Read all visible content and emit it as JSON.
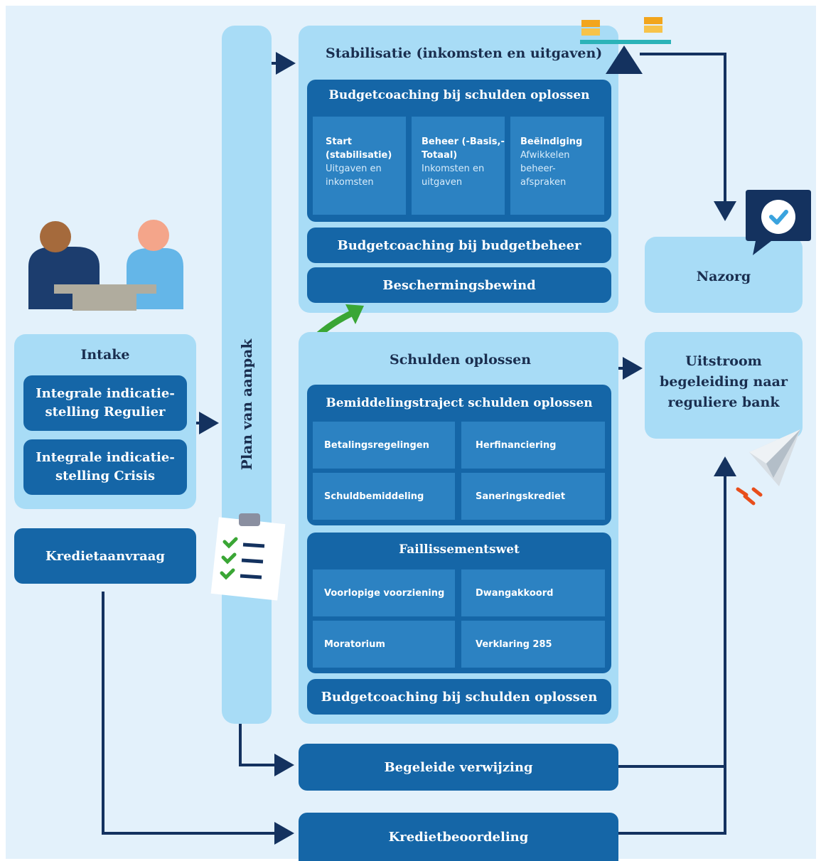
{
  "intake": {
    "title": "Intake",
    "regulier": "Integrale indicatie-stelling Regulier",
    "crisis": "Integrale indicatie-stelling Crisis"
  },
  "kredietaanvraag": "Kredietaanvraag",
  "plan": "Plan van aanpak",
  "stabilisatie": {
    "title": "Stabilisatie (inkomsten en uitgaven)",
    "coaching_title": "Budgetcoaching bij schulden oplossen",
    "cells": [
      {
        "title": "Start (stabilisatie)",
        "text": "Uitgaven en inkomsten"
      },
      {
        "title": "Beheer (-Basis,-Totaal)",
        "text": "Inkomsten en uitgaven"
      },
      {
        "title": "Beëindiging",
        "text": "Afwikkelen beheer-afspraken"
      }
    ],
    "budgetbeheer": "Budgetcoaching bij budgetbeheer",
    "bewind": "Beschermingsbewind"
  },
  "schulden": {
    "title": "Schulden oplossen",
    "bemiddeling_title": "Bemiddelingstraject schulden oplossen",
    "bemiddeling_cells": [
      "Betalingsregelingen",
      "Herfinanciering",
      "Schuldbemiddeling",
      "Saneringskrediet"
    ],
    "faillissement_title": "Faillissementswet",
    "faillissement_cells": [
      "Voorlopige voorziening",
      "Dwangakkoord",
      "Moratorium",
      "Verklaring 285"
    ],
    "coaching": "Budgetcoaching bij schulden oplossen"
  },
  "nazorg": "Nazorg",
  "uitstroom": "Uitstroom begeleiding naar reguliere bank",
  "begeleide": "Begeleide verwijzing",
  "kredietbeoordeling": "Kredietbeoordeling",
  "colors": {
    "background": "#e3f1fb",
    "light_panel": "#a8dcf6",
    "dark_box": "#1566a7",
    "cell": "#2c82c2",
    "arrow": "#14325f",
    "coins": "#f2a51c",
    "check_green": "#3aa635"
  }
}
